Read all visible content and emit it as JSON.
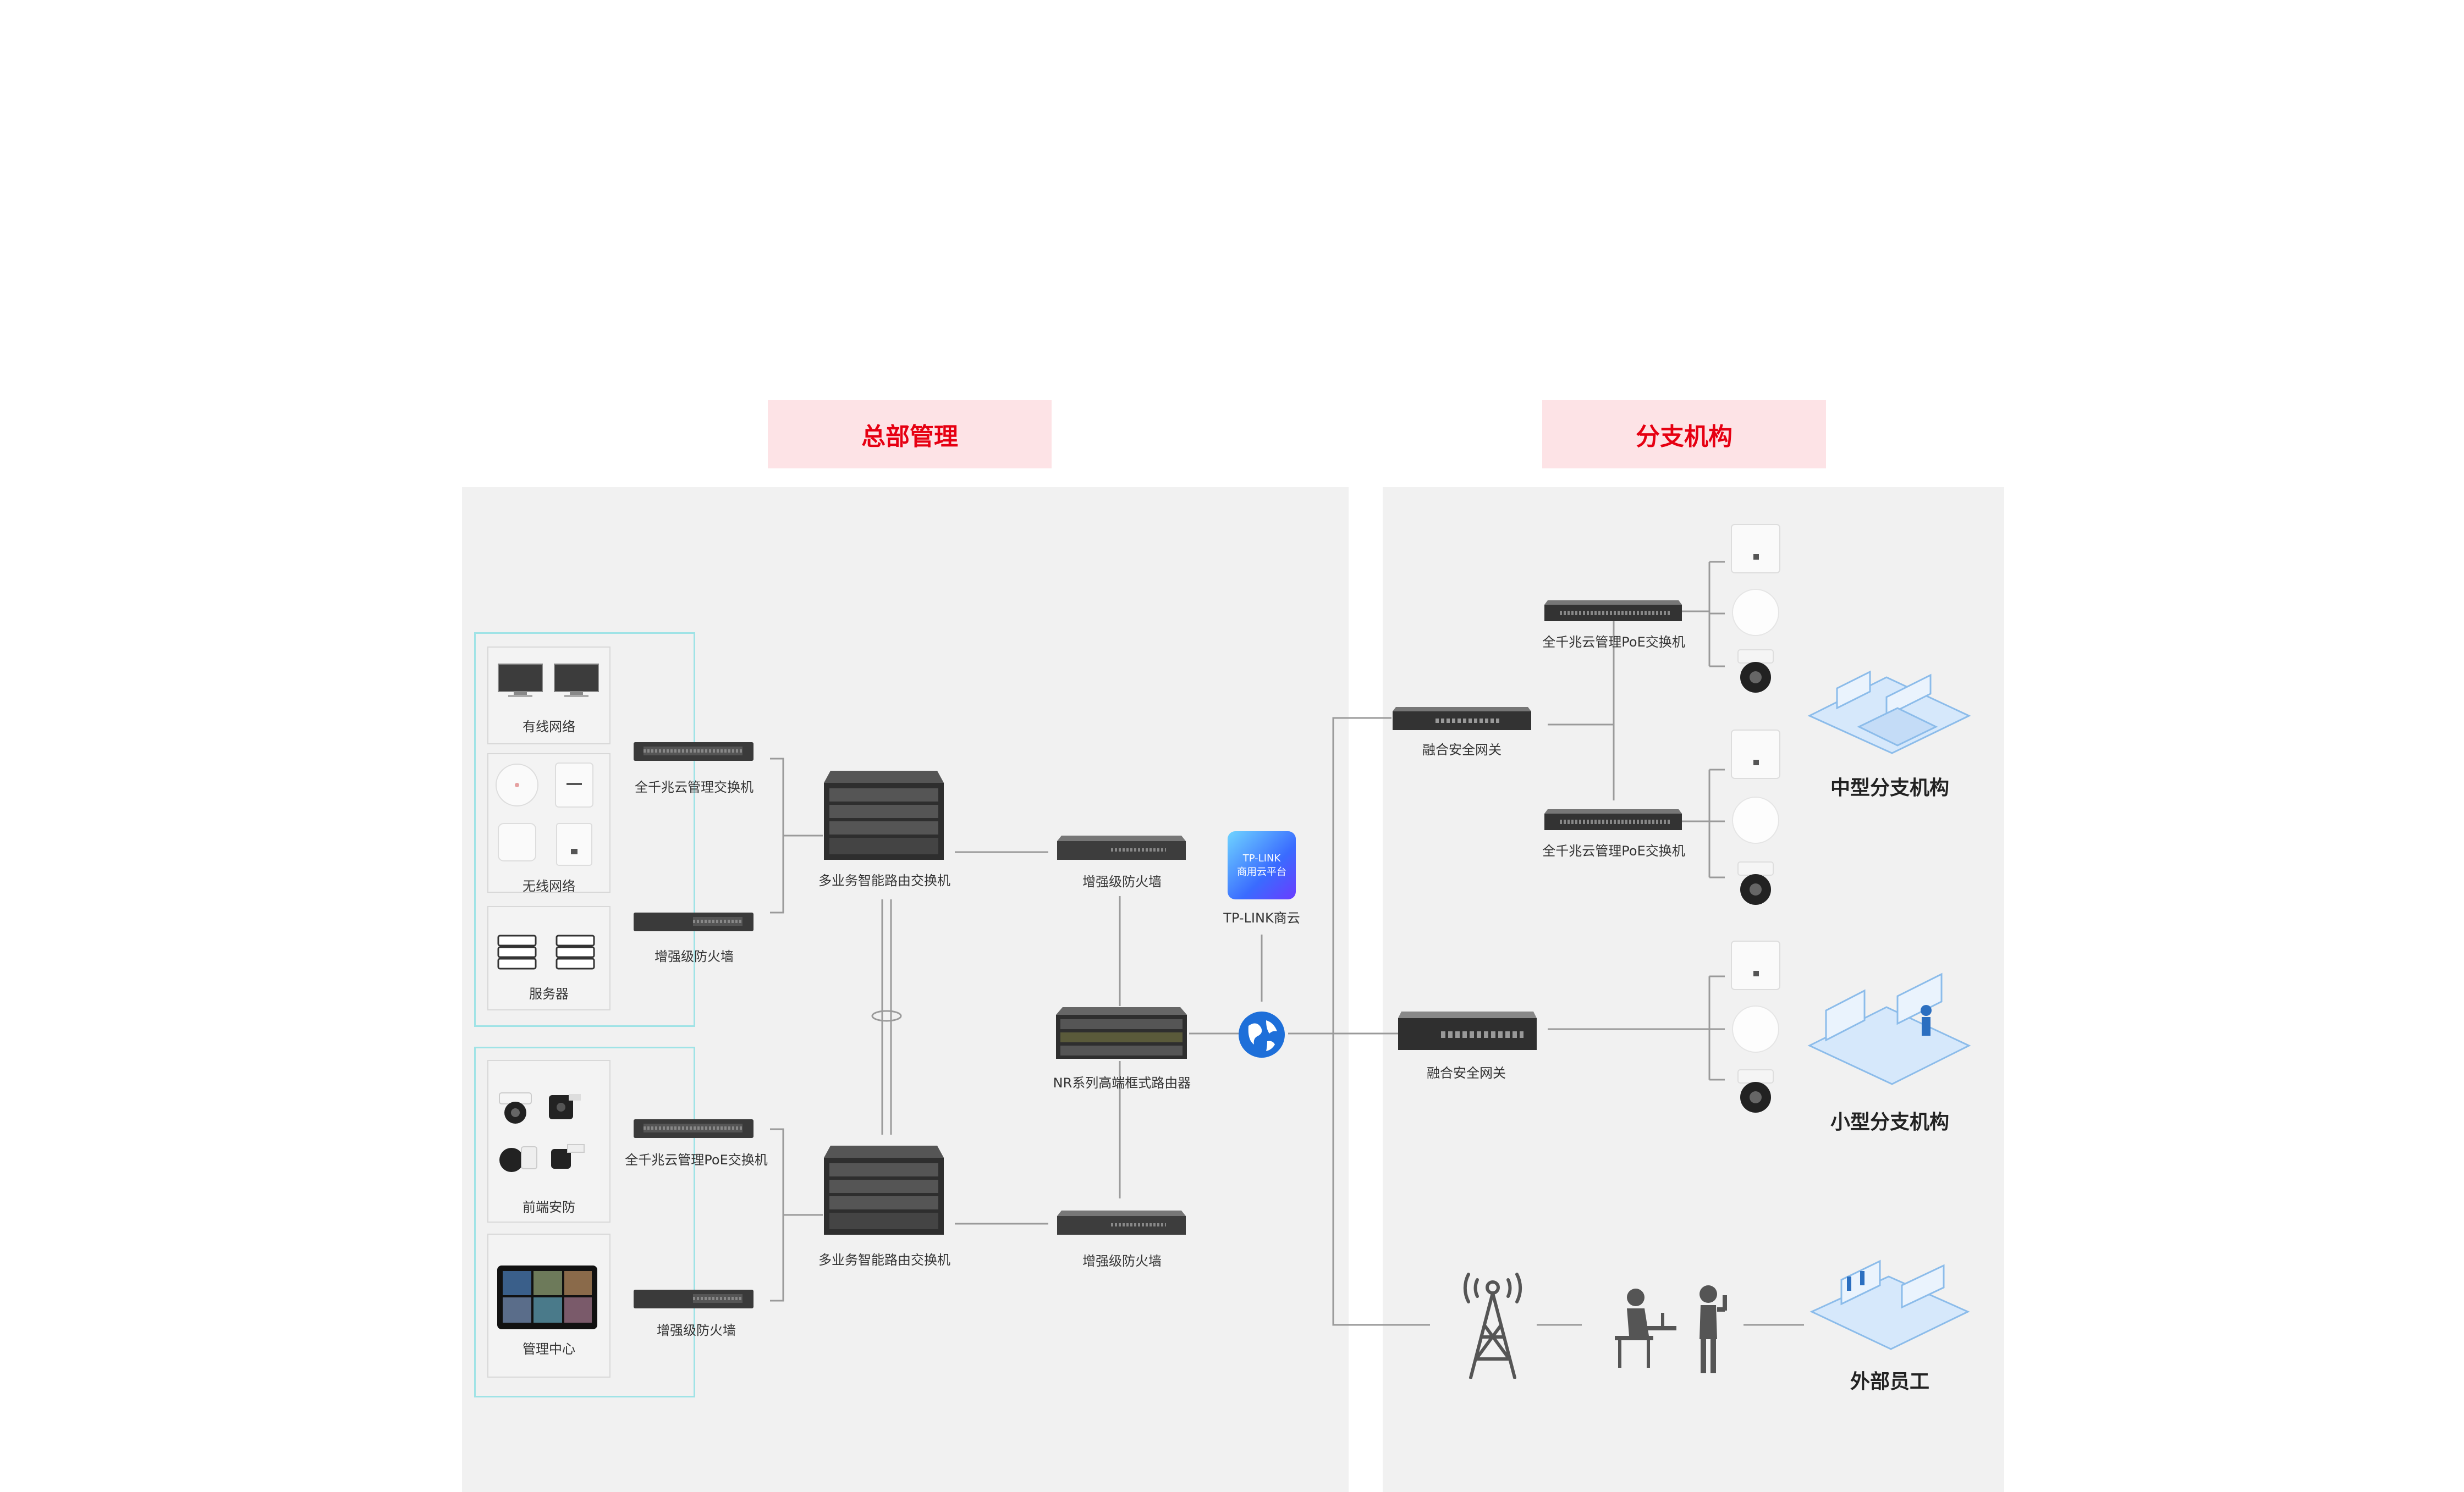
{
  "headers": {
    "hq": "总部管理",
    "branch": "分支机构"
  },
  "hq": {
    "group1": {
      "wired": "有线网络",
      "wireless": "无线网络",
      "server": "服务器"
    },
    "group2": {
      "security": "前端安防",
      "mgmt": "管理中心"
    },
    "sw_gigabit_mgmt": "全千兆云管理交换机",
    "fw_left_top": "增强级防火墙",
    "sw_poe": "全千兆云管理PoE交换机",
    "fw_left_bottom": "增强级防火墙",
    "router_switch_top": "多业务智能路由交换机",
    "router_switch_bottom": "多业务智能路由交换机",
    "fw_mid_top": "增强级防火墙",
    "nr_router": "NR系列高端框式路由器",
    "fw_mid_bottom": "增强级防火墙",
    "cloud_label": "TP-LINK商云",
    "cloud_tile_line1": "TP-LINK",
    "cloud_tile_line2": "商用云平台"
  },
  "branch": {
    "poe_top": "全千兆云管理PoE交换机",
    "poe_mid": "全千兆云管理PoE交换机",
    "gateway_top": "融合安全网关",
    "gateway_bottom": "融合安全网关",
    "medium": "中型分支机构",
    "small": "小型分支机构",
    "remote": "外部员工"
  },
  "colors": {
    "accent": "#e60012",
    "header_bg": "#fde3e6",
    "group_border": "#9fe3e6",
    "panel": "#f1f1f1"
  }
}
